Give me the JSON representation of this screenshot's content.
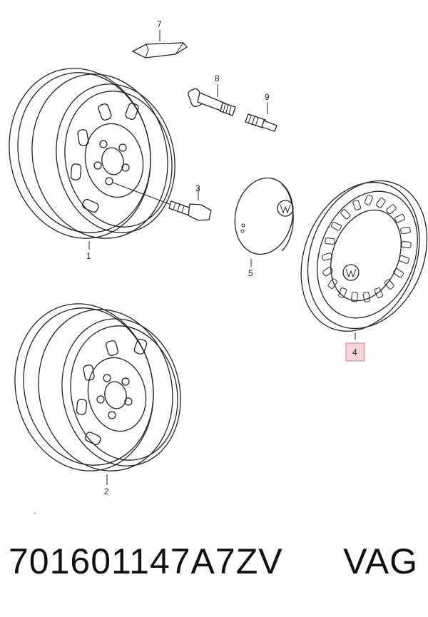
{
  "callouts": {
    "c1": "1",
    "c2": "2",
    "c3": "3",
    "c4": "4",
    "c5": "5",
    "c7": "7",
    "c8": "8",
    "c9": "9"
  },
  "footer": {
    "part_number": "701601147A7ZV",
    "brand": "VAG"
  },
  "colors": {
    "line": "#222222",
    "highlight_fill": "#f6d5d8",
    "highlight_stroke": "#e07b86"
  }
}
